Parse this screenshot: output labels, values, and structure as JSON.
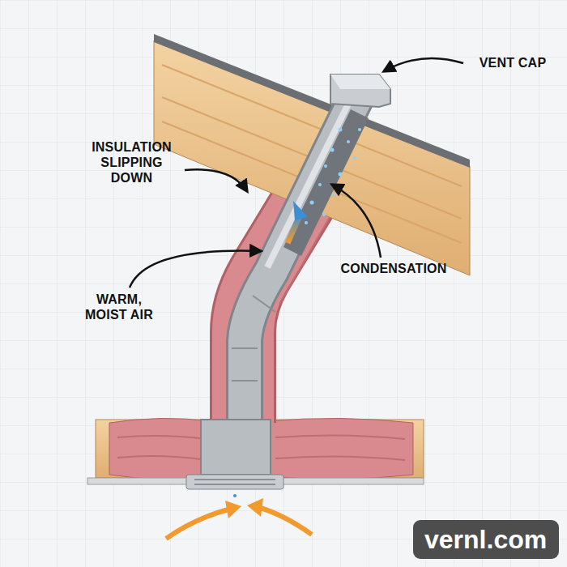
{
  "diagram": {
    "nodes": [
      {
        "text": [
          "vernl.com"
        ]
      }
    ],
    "labels": [
      "VENT CAP",
      "INSULATION SLIPPING DOWN",
      "CONDENSATION",
      "WARM, MOIST AIR"
    ]
  }
}
